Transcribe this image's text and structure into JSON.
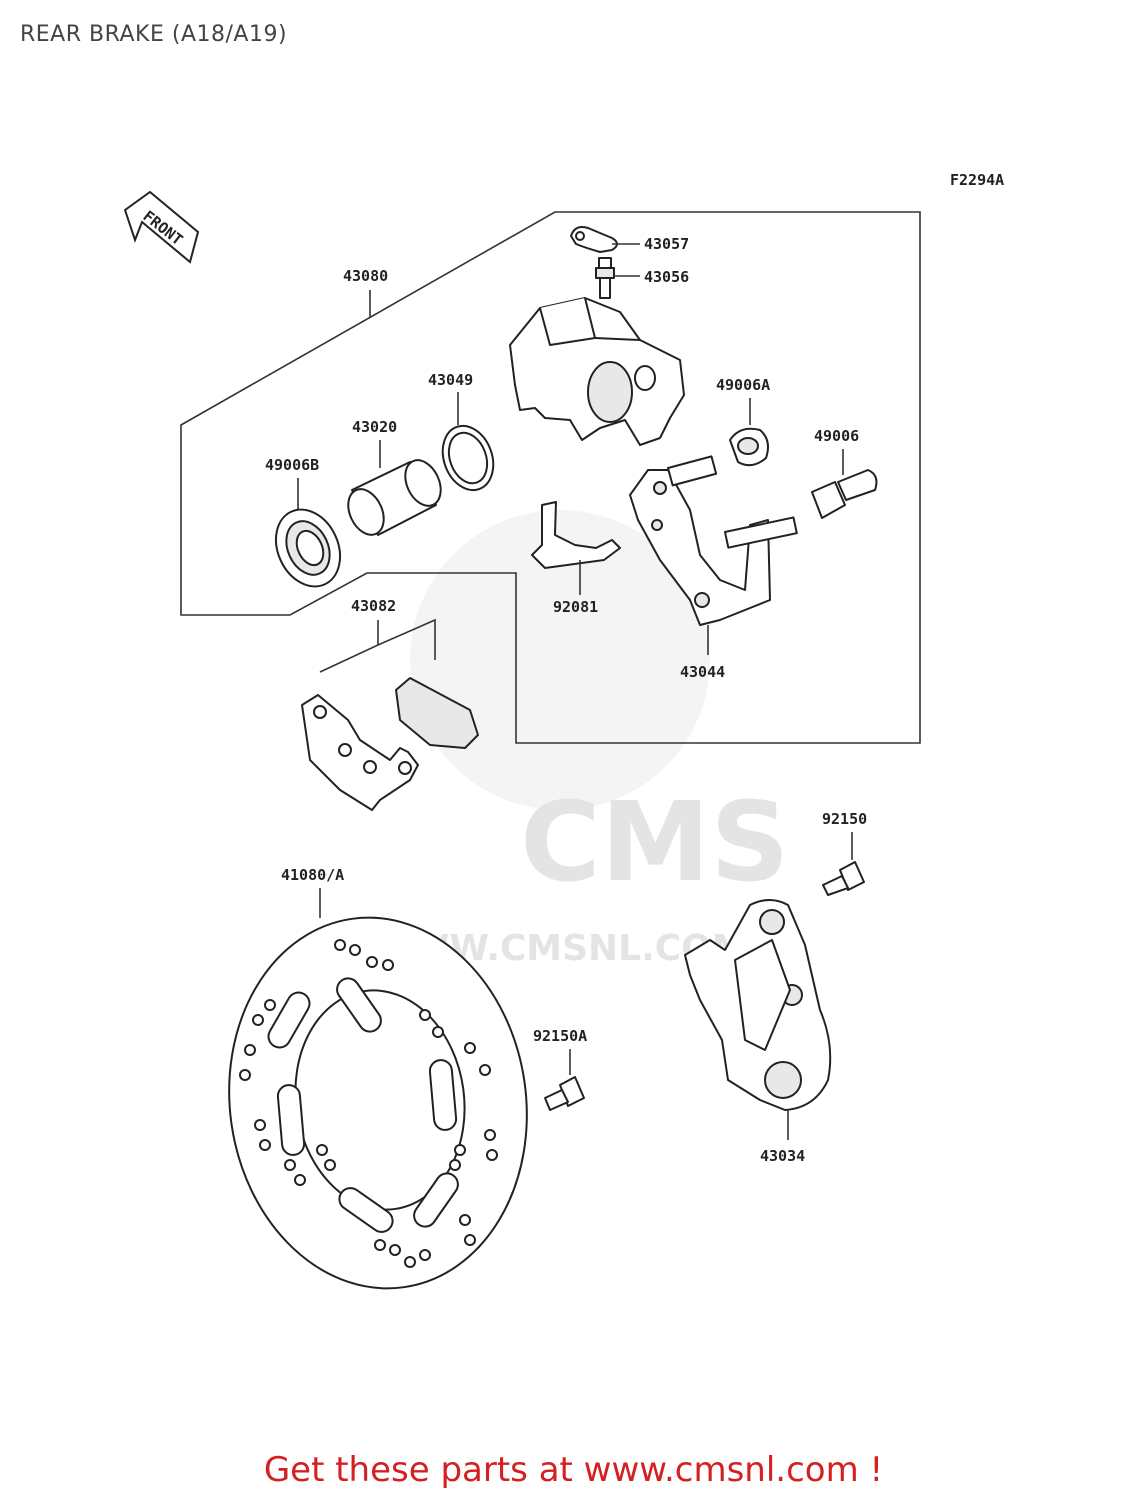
{
  "title": "REAR BRAKE (A18/A19)",
  "figure_code": "F2294A",
  "front_label": "FRONT",
  "watermark": {
    "brand": "CMS",
    "url": "WWW.CMSNL.COM"
  },
  "parts": {
    "p43080": "43080",
    "p43057": "43057",
    "p43056": "43056",
    "p43049": "43049",
    "p49006A": "49006A",
    "p43020": "43020",
    "p49006": "49006",
    "p49006B": "49006B",
    "p92081": "92081",
    "p43082": "43082",
    "p43044": "43044",
    "p92150": "92150",
    "p41080A": "41080/A",
    "p92150A": "92150A",
    "p43034": "43034"
  },
  "footer": "Get these parts at www.cmsnl.com !"
}
